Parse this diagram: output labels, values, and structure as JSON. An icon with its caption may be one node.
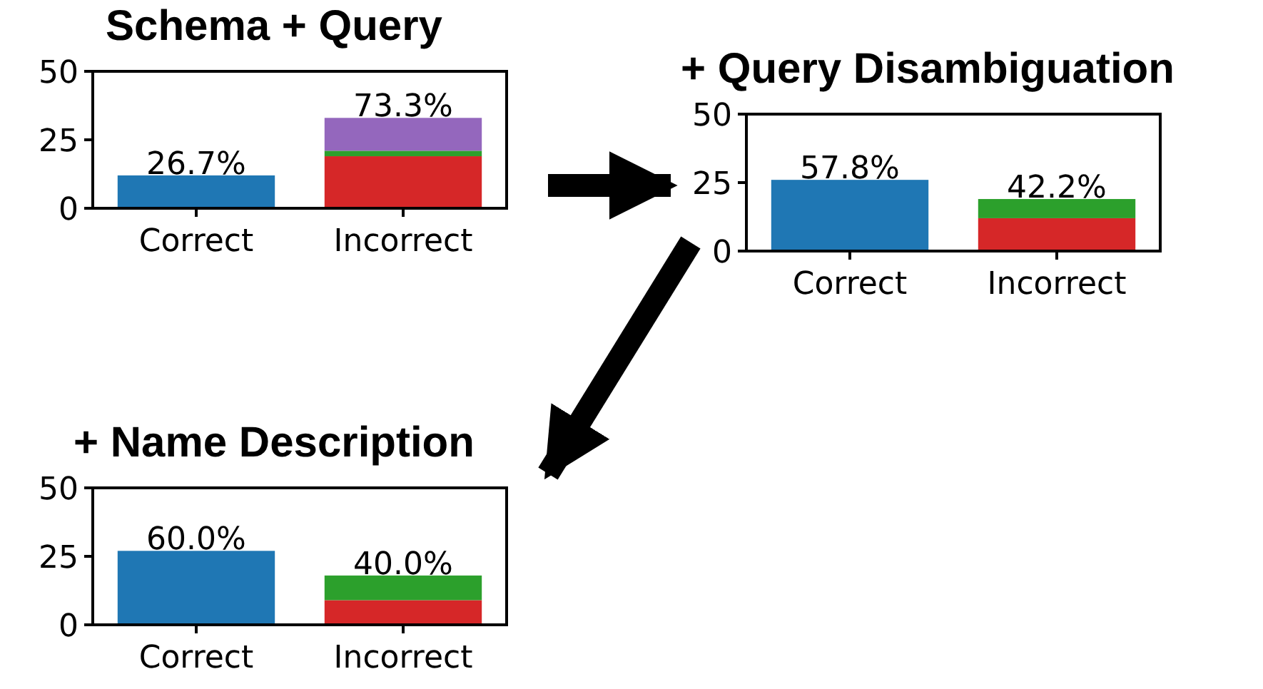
{
  "diagram": {
    "nodes": [
      {
        "text": [
          "Schema + Query"
        ]
      },
      {
        "text": [
          "+ Query Disambiguation"
        ]
      },
      {
        "text": [
          "+ Name Description"
        ]
      }
    ],
    "edges": [
      {
        "from": 0,
        "to": 1,
        "arrow": "to"
      },
      {
        "from": 1,
        "to": 2,
        "arrow": "to"
      }
    ],
    "chart_data": [
      {
        "type": "bar",
        "categories": [
          "Correct",
          "Incorrect"
        ],
        "stacked": true,
        "ylim": [
          0,
          50
        ],
        "yticks": [
          0,
          25,
          50
        ],
        "value_labels": [
          "26.7%",
          "73.3%"
        ],
        "series": [
          {
            "color": "#1f77b4",
            "values": [
              12,
              null
            ]
          },
          {
            "color": "#d62728",
            "values": [
              null,
              19
            ]
          },
          {
            "color": "#2ca02c",
            "values": [
              null,
              2
            ]
          },
          {
            "color": "#9467bd",
            "values": [
              null,
              12
            ]
          }
        ]
      },
      {
        "type": "bar",
        "categories": [
          "Correct",
          "Incorrect"
        ],
        "stacked": true,
        "ylim": [
          0,
          50
        ],
        "yticks": [
          0,
          25,
          50
        ],
        "value_labels": [
          "57.8%",
          "42.2%"
        ],
        "series": [
          {
            "color": "#1f77b4",
            "values": [
              26,
              null
            ]
          },
          {
            "color": "#d62728",
            "values": [
              null,
              12
            ]
          },
          {
            "color": "#2ca02c",
            "values": [
              null,
              7
            ]
          }
        ]
      },
      {
        "type": "bar",
        "categories": [
          "Correct",
          "Incorrect"
        ],
        "stacked": true,
        "ylim": [
          0,
          50
        ],
        "yticks": [
          0,
          25,
          50
        ],
        "value_labels": [
          "60.0%",
          "40.0%"
        ],
        "series": [
          {
            "color": "#1f77b4",
            "values": [
              27,
              null
            ]
          },
          {
            "color": "#d62728",
            "values": [
              null,
              9
            ]
          },
          {
            "color": "#2ca02c",
            "values": [
              null,
              9
            ]
          }
        ]
      }
    ]
  }
}
